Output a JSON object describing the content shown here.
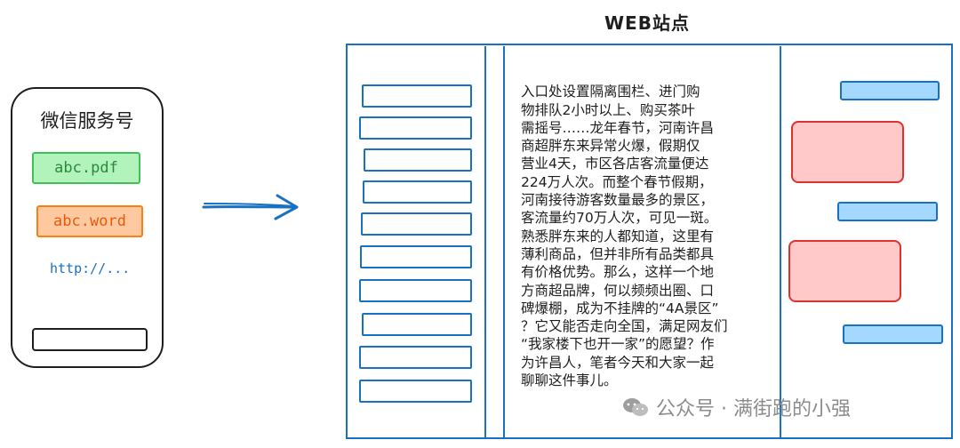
{
  "left_phone": {
    "title": "微信服务号",
    "files": [
      {
        "label": "abc.pdf",
        "color": "#40c057"
      },
      {
        "label": "abc.word",
        "color": "#fd7e14"
      }
    ],
    "link": "http://..."
  },
  "web_site": {
    "title": "WEB站点",
    "article_lines": [
      "入口处设置隔离围栏、进门购",
      "物排队2小时以上、购买茶叶",
      "需摇号……龙年春节，河南许昌",
      "商超胖东来异常火爆，假期仅",
      "营业4天，市区各店客流量便达",
      "224万人次。而整个春节假期，",
      "河南接待游客数量最多的景区，",
      "客流量约70万人次，可见一斑。",
      "熟悉胖东来的人都知道，这里有",
      "薄利商品，但并非所有品类都具",
      "有价格优势。那么，这样一个地",
      "方商超品牌，何以频频出圈、口",
      "碑爆棚，成为不挂牌的“4A景区”",
      "？它又能否走向全国，满足网友们",
      "“我家楼下也开一家”的愿望？作",
      "为许昌人，笔者今天和大家一起",
      "聊聊这件事儿。"
    ]
  },
  "watermark": {
    "text": "公众号 · 满街跑的小强",
    "icon": "wechat-icon"
  },
  "colors": {
    "blue_stroke": "#1971c2",
    "blue_fill": "#a5d8ff",
    "red_fill": "#ffc9c9",
    "green_fill": "#b2f2bb",
    "orange_fill": "#ffc9a0"
  }
}
